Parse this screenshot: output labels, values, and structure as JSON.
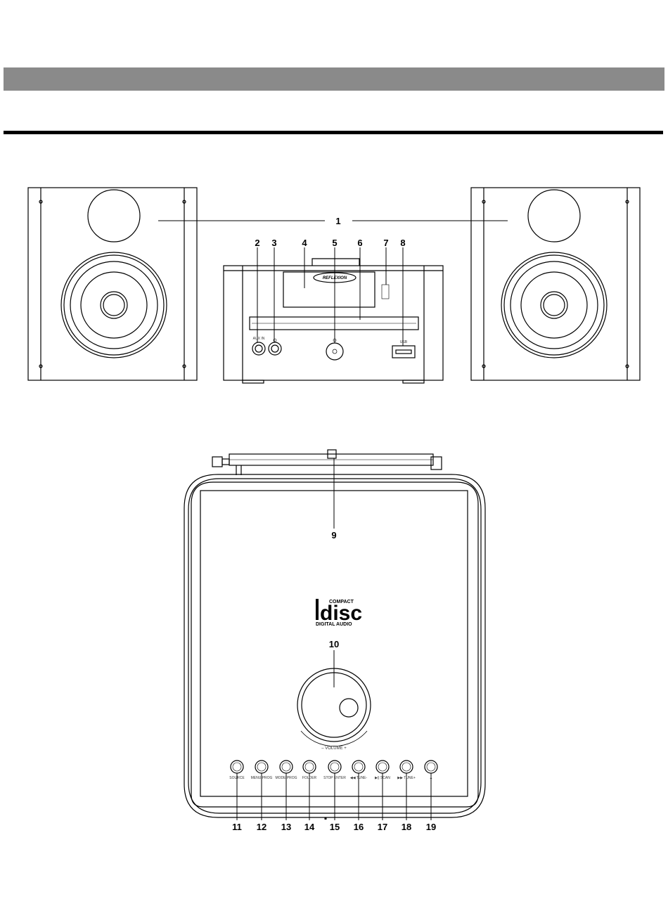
{
  "callouts": {
    "front": [
      "1",
      "2",
      "3",
      "4",
      "5",
      "6",
      "7",
      "8"
    ],
    "top_upper": [
      "9",
      "10"
    ],
    "top_buttons": [
      "11",
      "12",
      "13",
      "14",
      "15",
      "16",
      "17",
      "18",
      "19"
    ]
  },
  "front_panel": {
    "brand": "REFLEXION",
    "aux_label": "AUX IN",
    "usb_label": "USB"
  },
  "top_panel": {
    "disc_logo_main": "disc",
    "disc_logo_top": "COMPACT",
    "disc_logo_bottom": "DIGITAL AUDIO",
    "volume_label": "– VOLUME +",
    "button_labels": [
      "SOURCE",
      "MENU PROG",
      "MODE PROG",
      "FOLDER",
      "STOP ENTER",
      "◀◀ TUNE-",
      "▶|| SCAN",
      "▶▶ TUNE+",
      "▲"
    ]
  }
}
